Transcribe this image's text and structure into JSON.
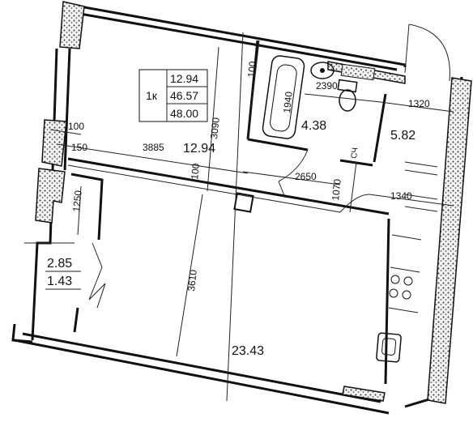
{
  "summary_box": {
    "rooms": "1к",
    "living_area": "12.94",
    "total_area": "46.57",
    "total_with_loggia": "48.00"
  },
  "room_areas": {
    "room": "12.94",
    "bathroom": "4.38",
    "hall": "5.82",
    "kitchen_living": "23.43",
    "loggia_full": "2.85",
    "loggia_reduced": "1.43"
  },
  "dimensions": {
    "d100_top": "100",
    "d3090": "3090",
    "d1940": "1940",
    "d2390": "2390",
    "d1320": "1320",
    "d100_left": "100",
    "d150": "150",
    "d3885": "3885",
    "d100_mid": "100",
    "d2650": "2650",
    "d1070": "1070",
    "d1340": "1340",
    "d1250": "1250",
    "d3610": "3610"
  },
  "labels": {
    "ventilation": "СЧ"
  },
  "colors": {
    "wall": "#111111",
    "hatch": "#555555"
  }
}
